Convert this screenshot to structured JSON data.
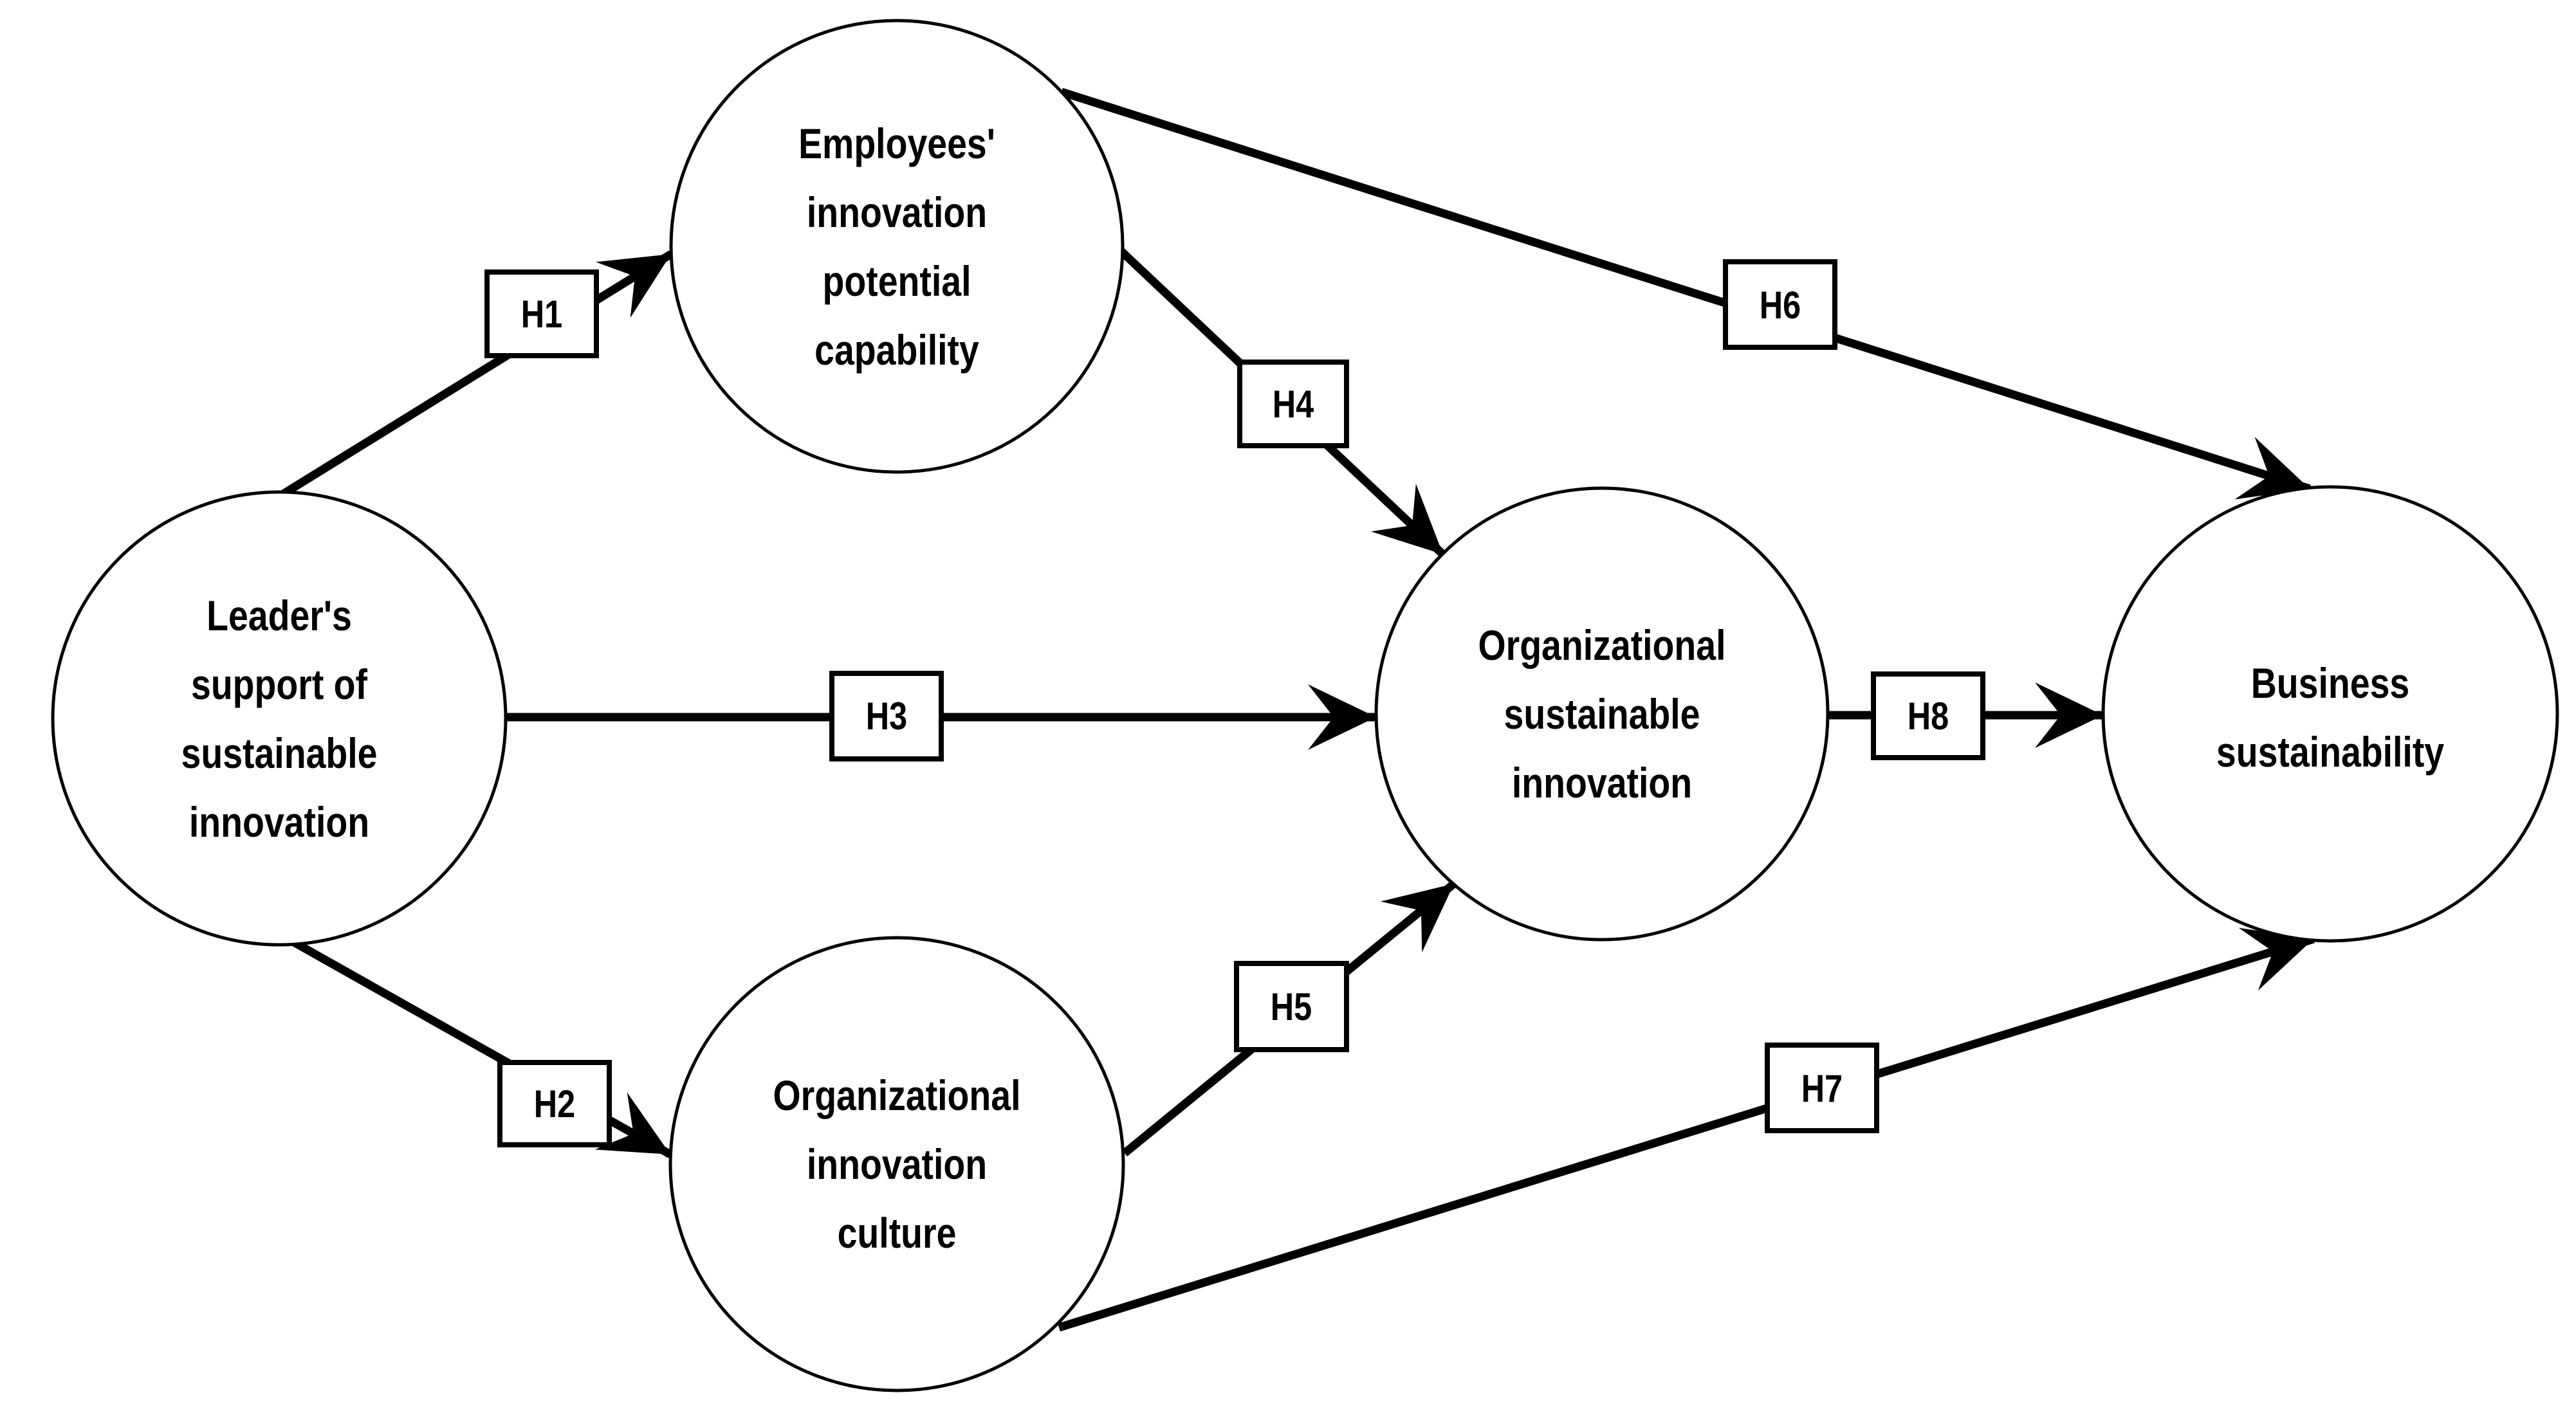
{
  "diagram": {
    "type": "path-model",
    "background": "#ffffff",
    "ink": "#000000",
    "nodes": [
      {
        "id": "leaders-support",
        "lines": [
          "Leader's",
          "support of",
          "sustainable",
          "innovation"
        ]
      },
      {
        "id": "employees-capability",
        "lines": [
          "Employees'",
          "innovation",
          "potential",
          "capability"
        ]
      },
      {
        "id": "org-innovation-culture",
        "lines": [
          "Organizational",
          "innovation",
          "culture"
        ]
      },
      {
        "id": "org-sustainable-innovation",
        "lines": [
          "Organizational",
          "sustainable",
          "innovation"
        ]
      },
      {
        "id": "business-sustainability",
        "lines": [
          "Business",
          "sustainability"
        ]
      }
    ],
    "hypotheses": [
      {
        "label": "H1",
        "from": "leaders-support",
        "to": "employees-capability"
      },
      {
        "label": "H2",
        "from": "leaders-support",
        "to": "org-innovation-culture"
      },
      {
        "label": "H3",
        "from": "leaders-support",
        "to": "org-sustainable-innovation"
      },
      {
        "label": "H4",
        "from": "employees-capability",
        "to": "org-sustainable-innovation"
      },
      {
        "label": "H5",
        "from": "org-innovation-culture",
        "to": "org-sustainable-innovation"
      },
      {
        "label": "H6",
        "from": "employees-capability",
        "to": "business-sustainability"
      },
      {
        "label": "H7",
        "from": "org-innovation-culture",
        "to": "business-sustainability"
      },
      {
        "label": "H8",
        "from": "org-sustainable-innovation",
        "to": "business-sustainability"
      }
    ]
  }
}
